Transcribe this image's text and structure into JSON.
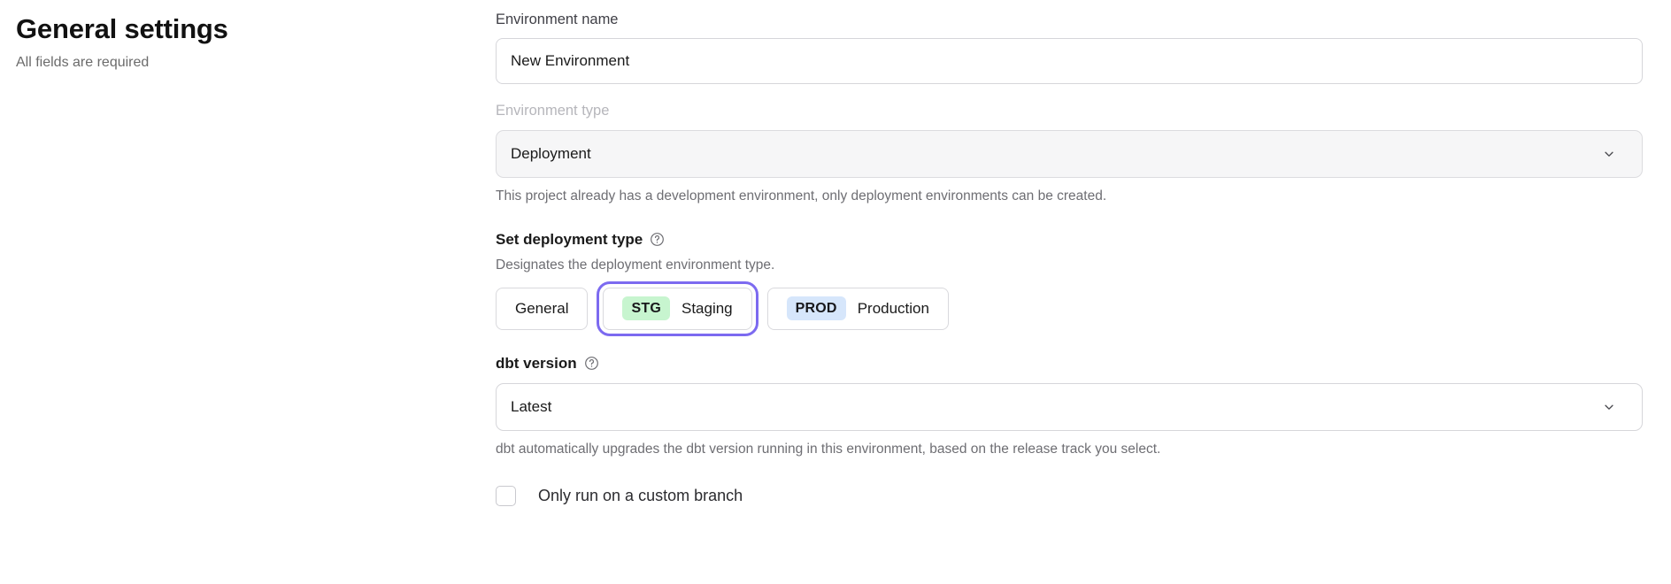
{
  "header": {
    "title": "General settings",
    "subtitle": "All fields are required"
  },
  "form": {
    "environment_name": {
      "label": "Environment name",
      "value": "New Environment",
      "placeholder": "Environment name"
    },
    "environment_type": {
      "label": "Environment type",
      "label_disabled": true,
      "value": "Deployment",
      "chevron_icon": "chevron-down-icon",
      "helper": "This project already has a development environment, only deployment environments can be created."
    },
    "deployment_type": {
      "title": "Set deployment type",
      "help_icon": "question-circle-icon",
      "description": "Designates the deployment environment type.",
      "options": [
        {
          "badge": "",
          "label": "General",
          "selected": false,
          "focused": false,
          "badge_color": ""
        },
        {
          "badge": "STG",
          "label": "Staging",
          "selected": true,
          "focused": true,
          "badge_color": "#c7f5cf"
        },
        {
          "badge": "PROD",
          "label": "Production",
          "selected": false,
          "focused": false,
          "badge_color": "#d6e6fb"
        }
      ]
    },
    "dbt_version": {
      "title": "dbt version",
      "help_icon": "question-circle-icon",
      "value": "Latest",
      "chevron_icon": "chevron-down-icon",
      "helper": "dbt automatically upgrades the dbt version running in this environment, based on the release track you select."
    },
    "custom_branch": {
      "label": "Only run on a custom branch",
      "checked": false
    }
  },
  "colors": {
    "focus_ring": "#7c6af0",
    "staging_badge": "#c7f5cf",
    "prod_badge": "#d6e6fb",
    "muted_text": "#6e6e73"
  }
}
